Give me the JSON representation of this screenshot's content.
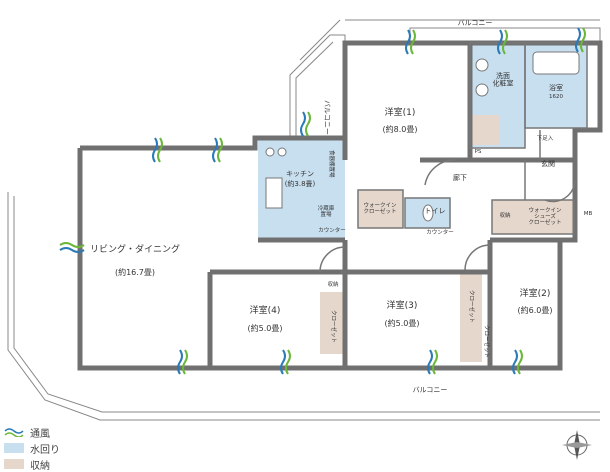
{
  "rooms": {
    "western1": "洋室(1)",
    "western1_size": "(約8.0畳)",
    "western2": "洋室(2)",
    "western2_size": "(約6.0畳)",
    "western3": "洋室(3)",
    "western3_size": "(約5.0畳)",
    "western4": "洋室(4)",
    "western4_size": "(約5.0畳)",
    "living": "リビング・ダイニング",
    "living_size": "(約16.7畳)",
    "kitchen": "キッチン",
    "kitchen_size": "(約3.8畳)",
    "washroom": "洗面\n化粧室",
    "bath": "浴室",
    "bath_size": "1620",
    "hallway": "廊下",
    "entrance": "玄関",
    "toilet": "トイレ",
    "walkin_closet": "ウォークイン\nクローゼット",
    "walkin_shoes": "ウォークイン\nシューズ\nクローゼット",
    "storage": "収納",
    "closet": "クローゼット",
    "counter": "カウンター",
    "fridge": "冷蔵庫\n置場",
    "pantry": "食器棚置場",
    "shoe_box": "下足入",
    "mb": "MB",
    "ps": "PS"
  },
  "balconies": {
    "top": "バルコニー",
    "top_left": "バルコニー",
    "bottom": "バルコニー"
  },
  "legend": [
    {
      "label": "通風",
      "color": "#2a7ab8",
      "icon": "ventilation-icon"
    },
    {
      "label": "水回り",
      "color": "#c8dff0"
    },
    {
      "label": "収納",
      "color": "#e5d7cc"
    }
  ],
  "colors": {
    "wet": "#c8dff0",
    "storage": "#e5d7cc",
    "wall": "#707070",
    "vent_blue": "#2a7ab8",
    "vent_green": "#6bb73a"
  }
}
